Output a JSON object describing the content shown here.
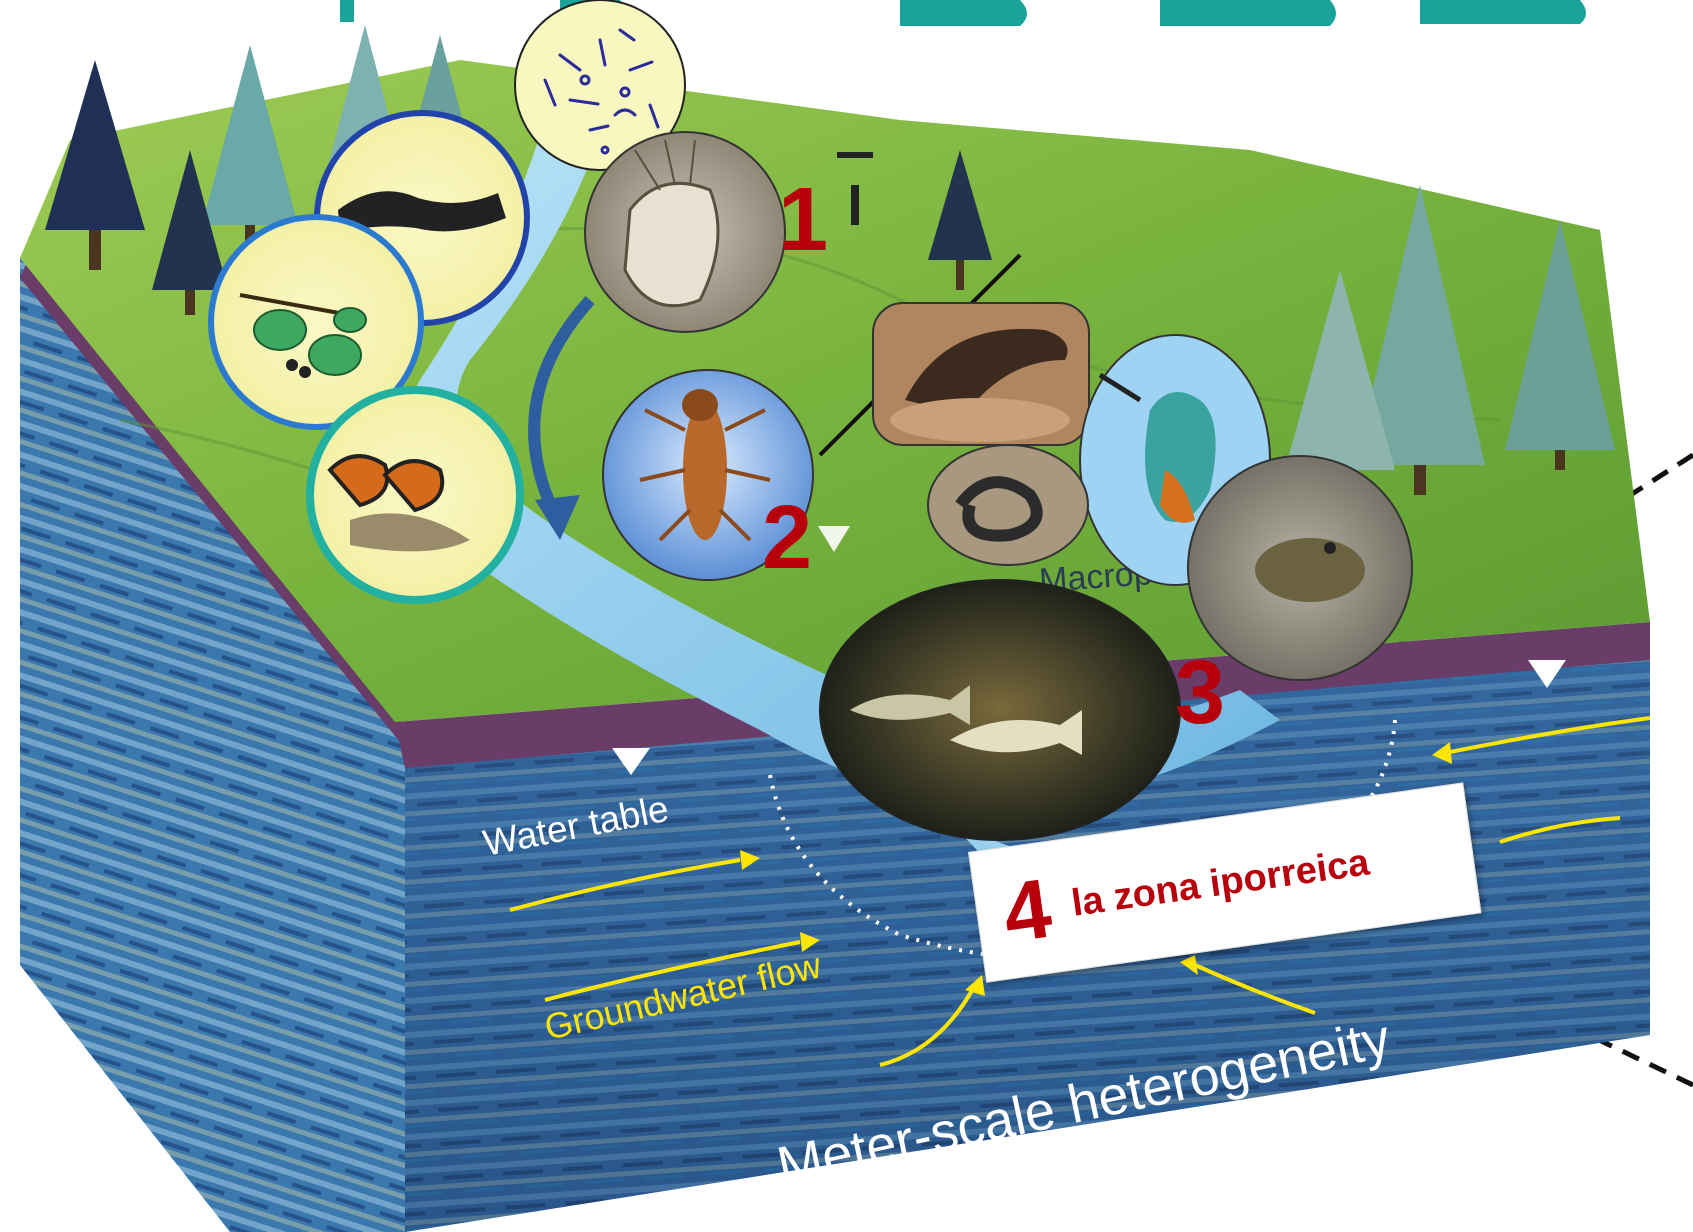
{
  "labels": {
    "water_table": "Water table",
    "groundwater_flow": "Groundwater flow",
    "heterogeneity": "Meter-scale heterogeneity",
    "macrophytes_partial": "Macrop"
  },
  "zones": {
    "zone1": "1",
    "zone2": "2",
    "zone3": "3",
    "zone4": "4",
    "zone4_label": "la zona iporreica"
  },
  "colors": {
    "zone_red": "#b8000c",
    "arrow_yellow": "#ffe600",
    "water_blue": "#7cc4ea",
    "aquifer_blue": "#2f5f96",
    "grass_green": "#86bb45"
  }
}
